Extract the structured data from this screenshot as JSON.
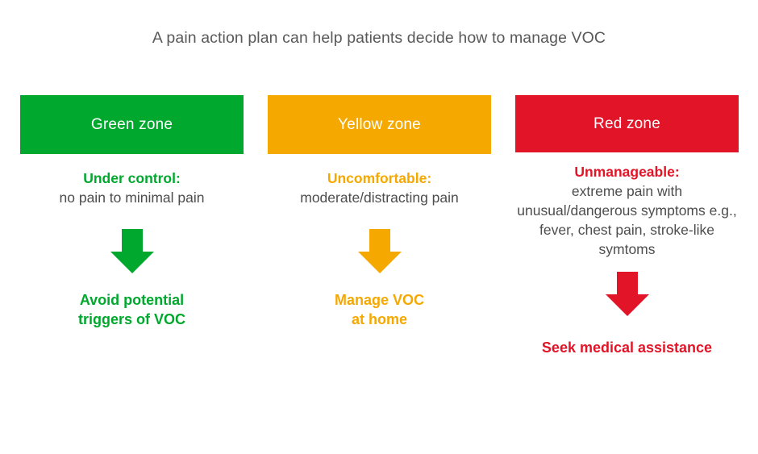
{
  "slide": {
    "title": "A pain action plan can help patients decide how to manage VOC",
    "title_color": "#595959",
    "background": "#ffffff",
    "body_text_color": "#4d4d4d"
  },
  "zones": [
    {
      "key": "green",
      "banner_label": "Green zone",
      "color": "#00A82D",
      "descriptor_lede": "Under control:",
      "descriptor_body": "no pain to minimal pain",
      "arrow_icon": "down-arrow-icon",
      "action_label": "Avoid potential\ntriggers of VOC"
    },
    {
      "key": "yellow",
      "banner_label": "Yellow zone",
      "color": "#F5A800",
      "descriptor_lede": "Uncomfortable:",
      "descriptor_body": "moderate/distracting pain",
      "arrow_icon": "down-arrow-icon",
      "action_label": "Manage VOC\nat home"
    },
    {
      "key": "red",
      "banner_label": "Red zone",
      "color": "#E11428",
      "descriptor_lede": "Unmanageable:",
      "descriptor_body": "extreme pain with unusual/dangerous symptoms e.g., fever, chest pain, stroke-like symtoms",
      "arrow_icon": "down-arrow-icon",
      "action_label": "Seek medical assistance"
    }
  ]
}
